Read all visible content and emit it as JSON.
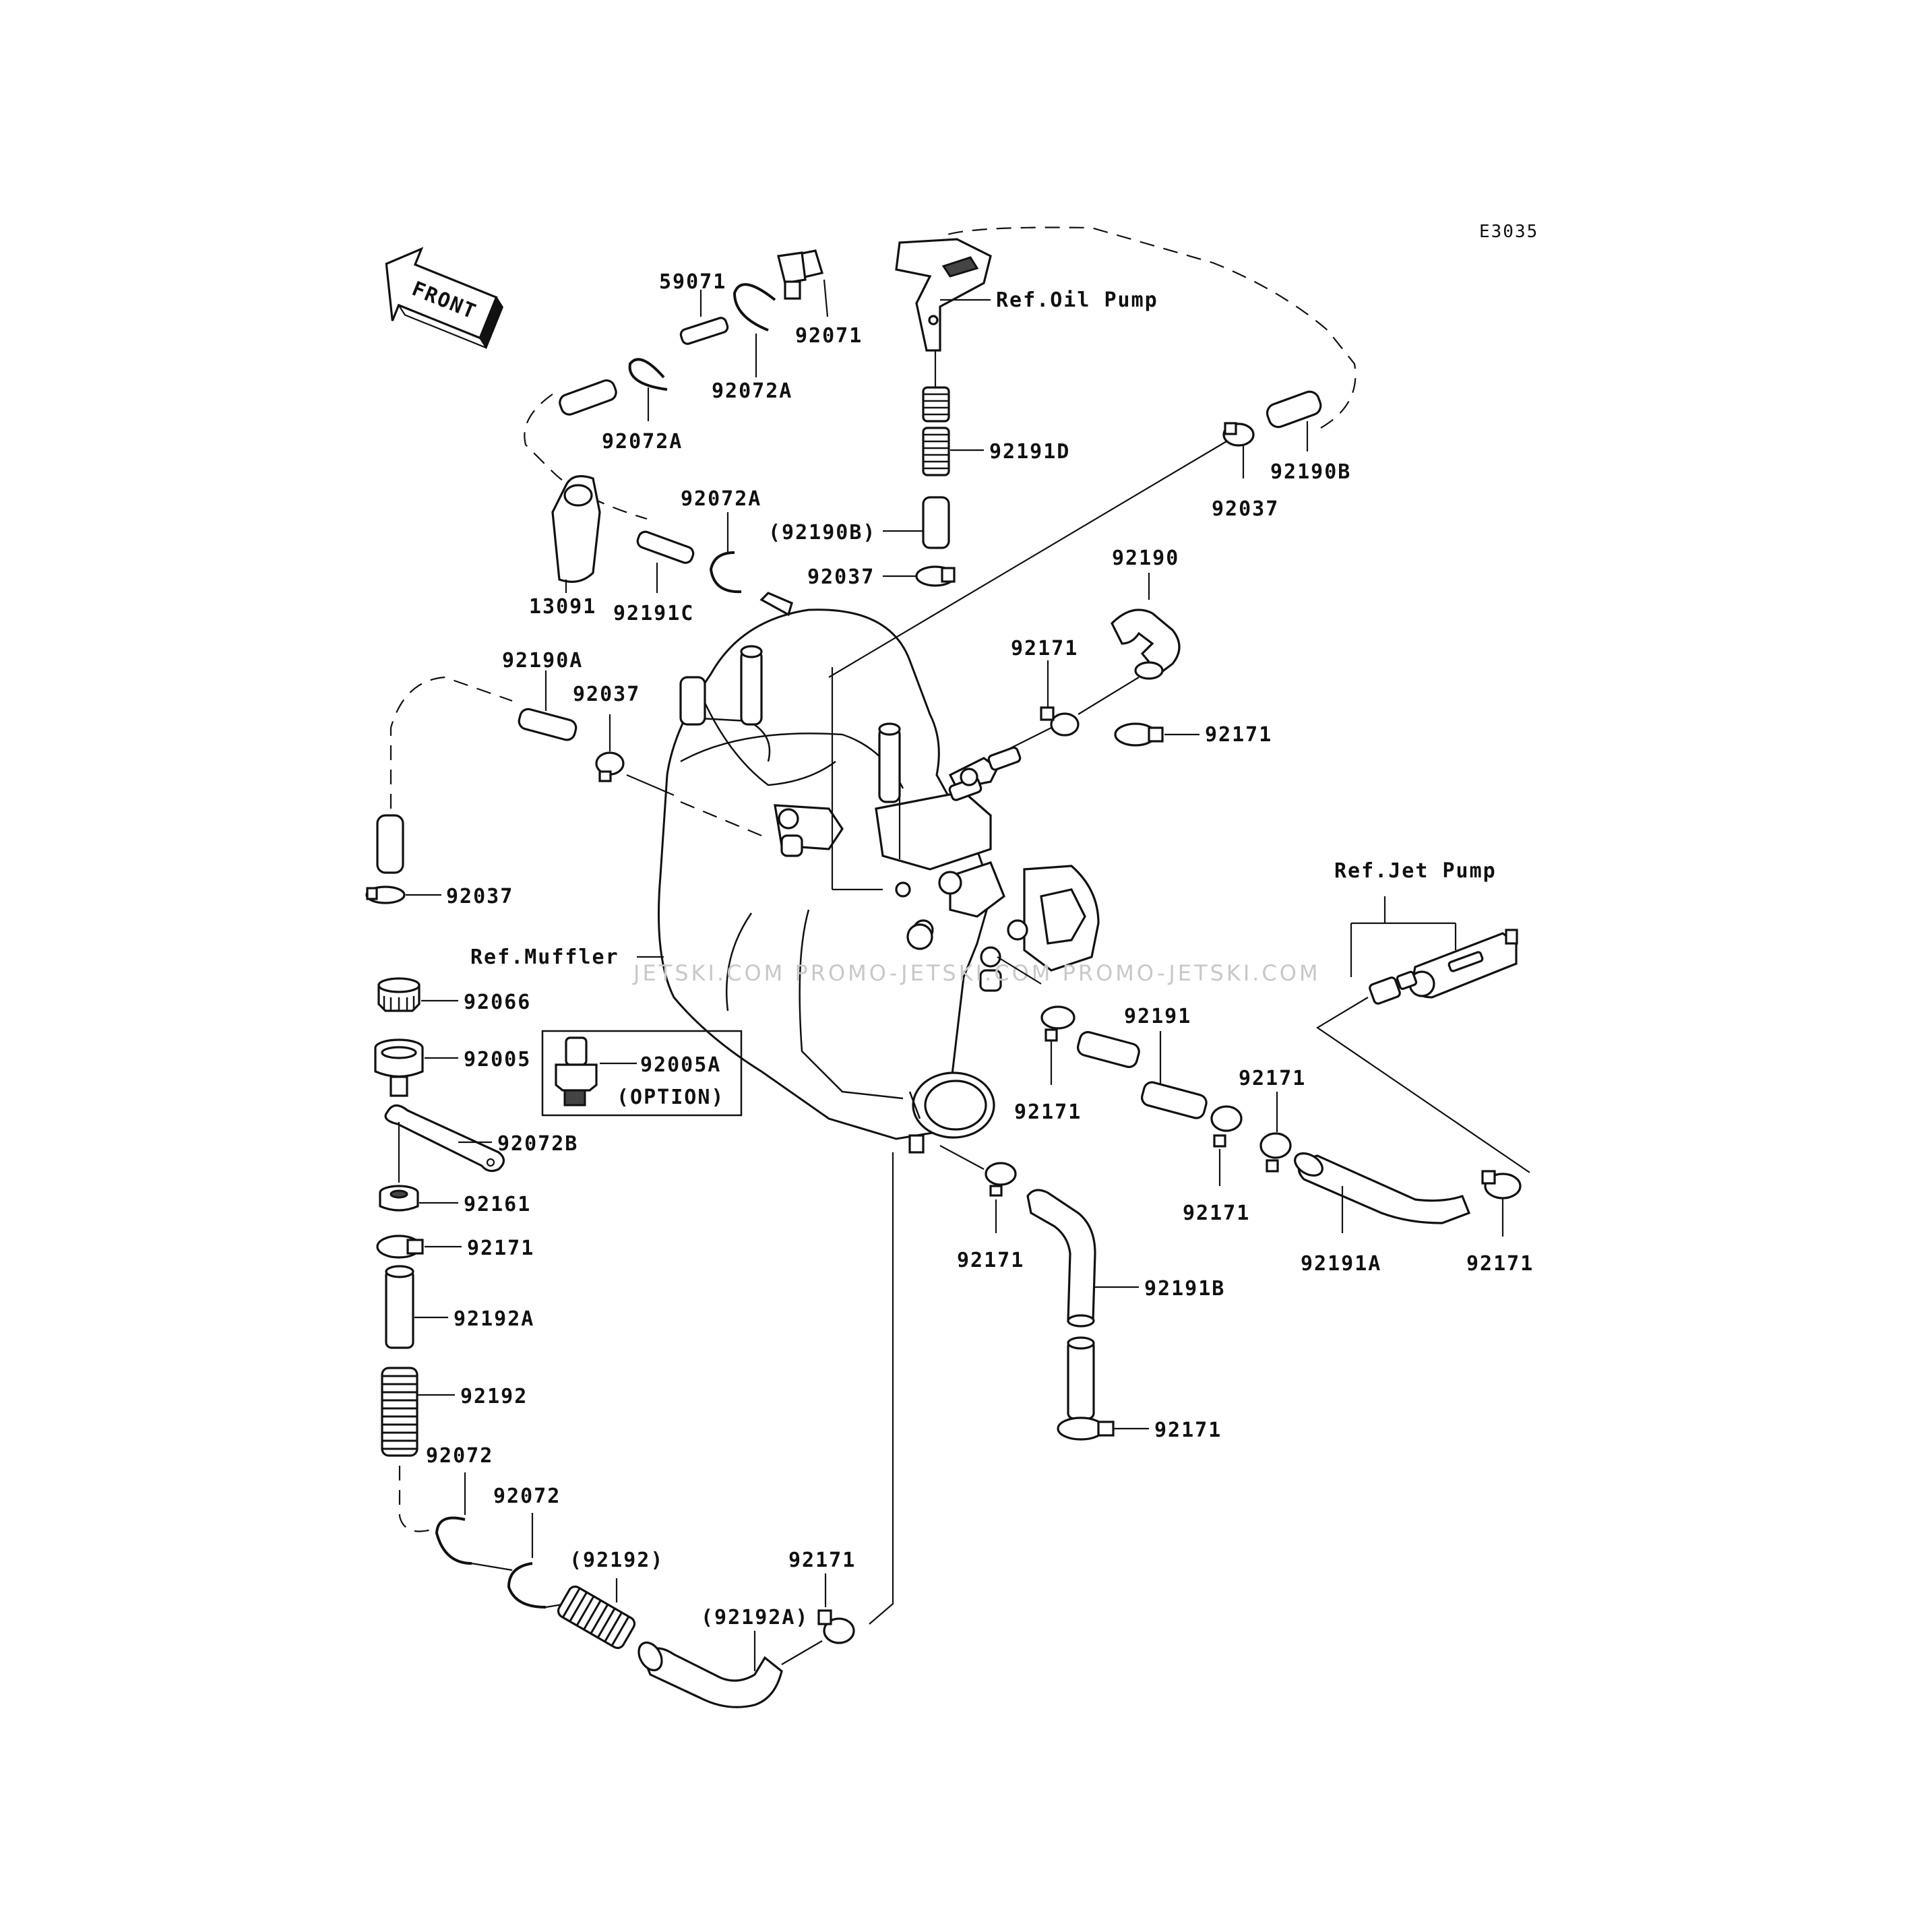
{
  "diagram_code": "E3035",
  "front_label": "FRONT",
  "watermark": "JETSKI.COM  PROMO-JETSKI.COM  PROMO-JETSKI.COM",
  "references": {
    "oil_pump": "Ref.Oil Pump",
    "jet_pump": "Ref.Jet Pump",
    "muffler": "Ref.Muffler"
  },
  "labels": {
    "p59071": "59071",
    "p92071": "92071",
    "p92072A_top": "92072A",
    "p92072A_left": "92072A",
    "p92072A_mid": "92072A",
    "p92191D": "92191D",
    "p92190B_paren": "(92190B)",
    "p92037_top_mid": "92037",
    "p92190B": "92190B",
    "p92037_right": "92037",
    "p13091": "13091",
    "p92191C": "92191C",
    "p92190": "92190",
    "p92171_a": "92171",
    "p92171_b": "92171",
    "p92190A": "92190A",
    "p92037_left_mid": "92037",
    "p92037_left": "92037",
    "p92066": "92066",
    "p92005": "92005",
    "p92005A": "92005A",
    "option": "(OPTION)",
    "p92072B": "92072B",
    "p92161": "92161",
    "p92171_left": "92171",
    "p92192A": "92192A",
    "p92192": "92192",
    "p92072_a": "92072",
    "p92072_b": "92072",
    "p92192_paren": "(92192)",
    "p92192A_paren": "(92192A)",
    "p92171_bottom": "92171",
    "p92191": "92191",
    "p92171_c": "92171",
    "p92171_d": "92171",
    "p92171_e": "92171",
    "p92171_f": "92171",
    "p92191A": "92191A",
    "p92171_g": "92171",
    "p92191B": "92191B",
    "p92171_h": "92171"
  }
}
